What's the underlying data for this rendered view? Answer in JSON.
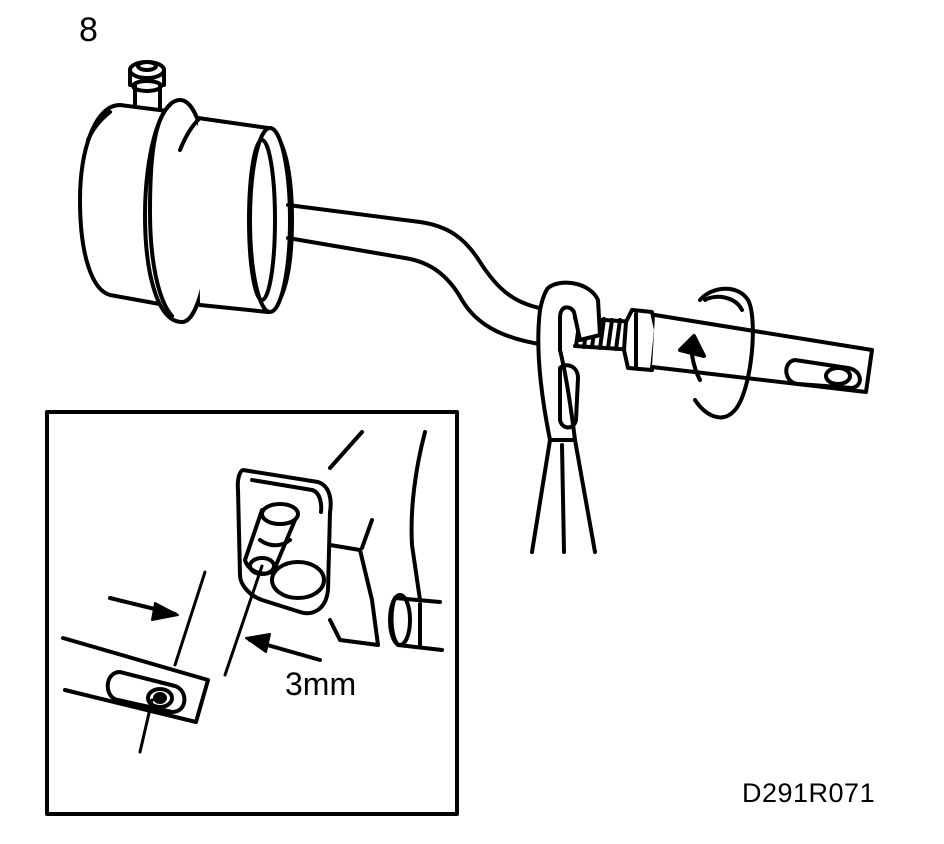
{
  "diagram": {
    "step_number": "8",
    "dimension_label": "3mm",
    "figure_code": "D291R071"
  },
  "colors": {
    "line": "#000000",
    "background": "#ffffff"
  },
  "icons": {
    "rotation": "rotation-arrow-icon",
    "dimension": "dimension-arrow-icon"
  }
}
